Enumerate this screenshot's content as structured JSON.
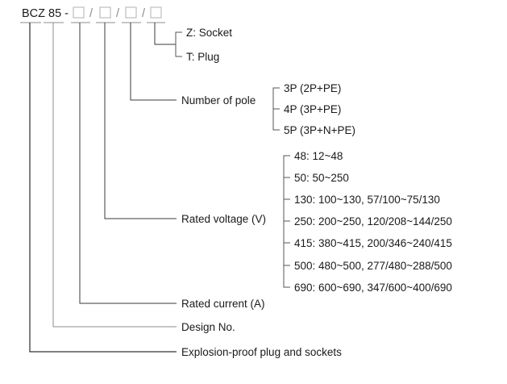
{
  "diagram": {
    "title_code": {
      "prefix": "BCZ 85 -",
      "separator": "/",
      "box_placeholder": "□",
      "box_count": 4
    },
    "segments": [
      {
        "id": "type",
        "label": "",
        "options": [
          "Z: Socket",
          "T: Plug"
        ]
      },
      {
        "id": "pole",
        "label": "Number of pole",
        "options": [
          "3P (2P+PE)",
          "4P (3P+PE)",
          "5P (3P+N+PE)"
        ]
      },
      {
        "id": "voltage",
        "label": "Rated voltage (V)",
        "options": [
          "48: 12~48",
          "50: 50~250",
          "130: 100~130, 57/100~75/130",
          "250: 200~250, 120/208~144/250",
          "415: 380~415, 200/346~240/415",
          "500: 480~500, 277/480~288/500",
          "690: 600~690, 347/600~400/690"
        ]
      },
      {
        "id": "current",
        "label": "Rated current (A)",
        "options": []
      },
      {
        "id": "design",
        "label": "Design No.",
        "options": []
      },
      {
        "id": "product",
        "label": "Explosion-proof plug and sockets",
        "options": []
      }
    ]
  }
}
